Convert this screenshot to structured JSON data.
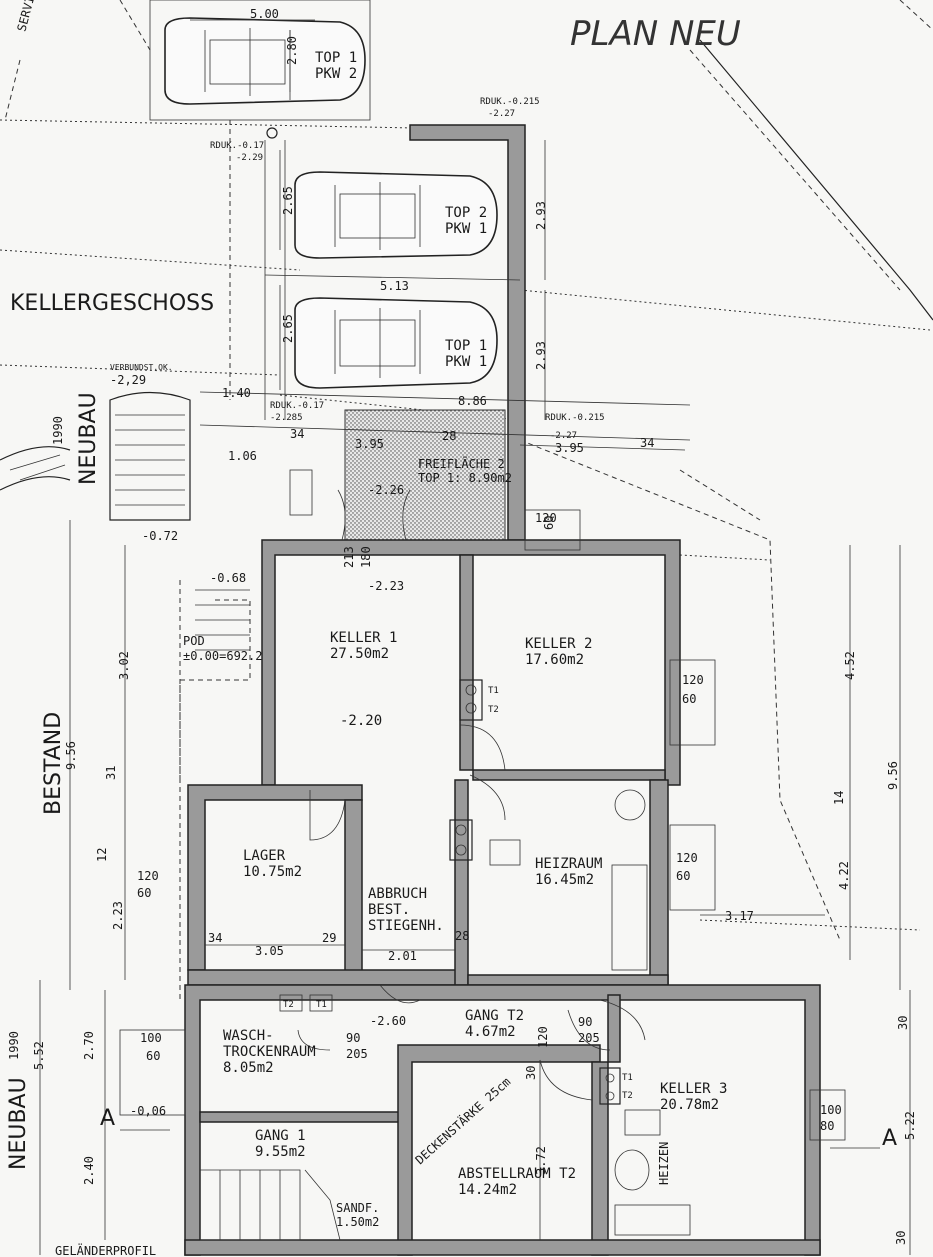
{
  "header": {
    "note": "PLAN NEU",
    "floor_title": "KELLERGESCHOSS",
    "label_neubau_top": "NEUBAU",
    "year_top": "1990",
    "label_bestand": "BESTAND",
    "label_neubau_bottom": "NEUBAU",
    "year_bottom": "1990",
    "street": "SERVI",
    "section_marker": "A"
  },
  "parking": [
    {
      "line1": "TOP 1",
      "line2": "PKW 2"
    },
    {
      "line1": "TOP 2",
      "line2": "PKW 1"
    },
    {
      "line1": "TOP 1",
      "line2": "PKW 1"
    }
  ],
  "freiflaeche": {
    "name": "FREIFLÄCHE 2",
    "area": "TOP 1: 8.90m2"
  },
  "rooms": {
    "keller1": {
      "name": "KELLER 1",
      "area": "27.50m2",
      "level": "-2.20"
    },
    "keller2": {
      "name": "KELLER 2",
      "area": "17.60m2"
    },
    "lager": {
      "name": "LAGER",
      "area": "10.75m2"
    },
    "abbruch": {
      "line1": "ABBRUCH",
      "line2": "BEST.",
      "line3": "STIEGENH."
    },
    "heizraum": {
      "name": "HEIZRAUM",
      "area": "16.45m2"
    },
    "gang_t2": {
      "name": "GANG T2",
      "area": "4.67m2"
    },
    "wasch": {
      "line1": "WASCH-",
      "line2": "TROCKENRAUM",
      "area": "8.05m2"
    },
    "keller3": {
      "name": "KELLER 3",
      "area": "20.78m2"
    },
    "gang1": {
      "name": "GANG 1",
      "area": "9.55m2"
    },
    "abstell": {
      "name": "ABSTELLRAUM T2",
      "area": "14.24m2"
    },
    "sandf": {
      "name": "SANDF.",
      "area": "1.50m2"
    },
    "heizen": "HEIZEN",
    "deckenstaerke": "DECKENSTÄRKE 25cm",
    "gelaender": "GELÄNDERPROFIL",
    "pod": "POD",
    "pod_level": "±0.00=692.2",
    "verbund": "VERBUNDST.OK."
  },
  "dimensions": {
    "d500": "5.00",
    "d280": "2.80",
    "d265a": "2.65",
    "d293a": "2.93",
    "d513": "5.13",
    "d265b": "2.65",
    "d293b": "2.93",
    "d140": "1.40",
    "d886": "8.86",
    "d395a": "3.95",
    "d395b": "3.95",
    "d28a": "28",
    "d34a": "34",
    "d34b": "34",
    "d106": "1.06",
    "d226": "-2.26",
    "d213": "213",
    "d180": "180",
    "d223": "-2.23",
    "d068": "-0.68",
    "d072": "-0.72",
    "d229": "-2,29",
    "d120a": "120",
    "d60a": "60",
    "d120b": "120",
    "d60b": "60",
    "d120c": "120",
    "d60c": "60",
    "d120d": "120",
    "d60d": "60",
    "d452": "4.52",
    "d956a": "9.56",
    "d956b": "9.56",
    "d14": "14",
    "d422": "4.22",
    "d317": "3.17",
    "d305": "3.05",
    "d201": "2.01",
    "d34c": "34",
    "d29": "29",
    "d28b": "28",
    "d260": "-2.60",
    "d90a": "90",
    "d205a": "205",
    "d90b": "90",
    "d205b": "205",
    "d120e": "120",
    "d100a": "100",
    "d60e": "60",
    "d100b": "100",
    "d80": "80",
    "d372": "3.72",
    "d30a": "30",
    "d30b": "30",
    "d30c": "30",
    "d522": "5.22",
    "d552": "5.52",
    "d270": "2.70",
    "d240": "2.40",
    "d223b": "2.23",
    "d302": "3.02",
    "d006": "-0,06",
    "d12": "12",
    "d31": "31",
    "rduk1": "RDUK.-0.215",
    "rduk1b": "-2.27",
    "rduk2": "RDUK.-0.17",
    "rduk2b": "-2.29",
    "rduk3": "RDUK.-0.17",
    "rduk3b": "-2.285",
    "rduk4": "RDUK.-0.215",
    "rduk4b": "-2.27",
    "t1": "T1",
    "t2": "T2"
  },
  "colors": {
    "paper": "#f7f7f5",
    "ink": "#1a1a1a",
    "wall": "#9a9a9a"
  }
}
